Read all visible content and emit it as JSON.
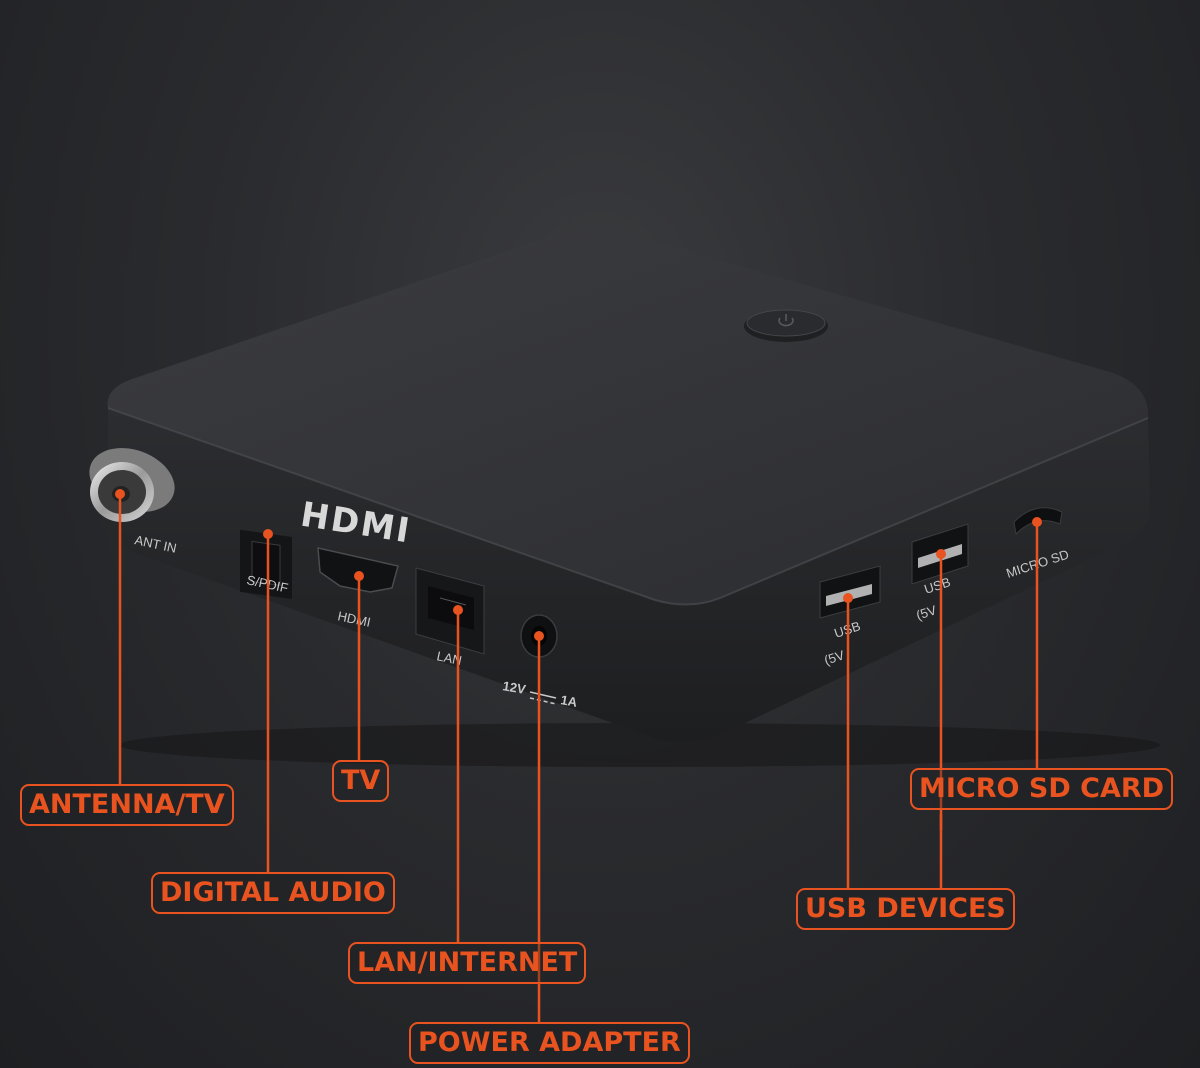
{
  "device": {
    "ports": {
      "ant_in": "ANT IN",
      "spdif": "S/PDIF",
      "hdmi_logo": "HDMI",
      "hdmi": "HDMI",
      "lan": "LAN",
      "power_left": "12V",
      "power_right": "1A",
      "usb": "USB",
      "usb_rating": "(5V",
      "micro_sd": "MICRO SD"
    }
  },
  "callouts": {
    "antenna": "ANTENNA/TV",
    "tv": "TV",
    "digital_audio": "DIGITAL AUDIO",
    "lan": "LAN/INTERNET",
    "power": "POWER ADAPTER",
    "micro_sd": "MICRO SD CARD",
    "usb": "USB DEVICES"
  },
  "colors": {
    "accent": "#e8531f",
    "device": "#2f3033",
    "background": "#2a2b2e"
  }
}
